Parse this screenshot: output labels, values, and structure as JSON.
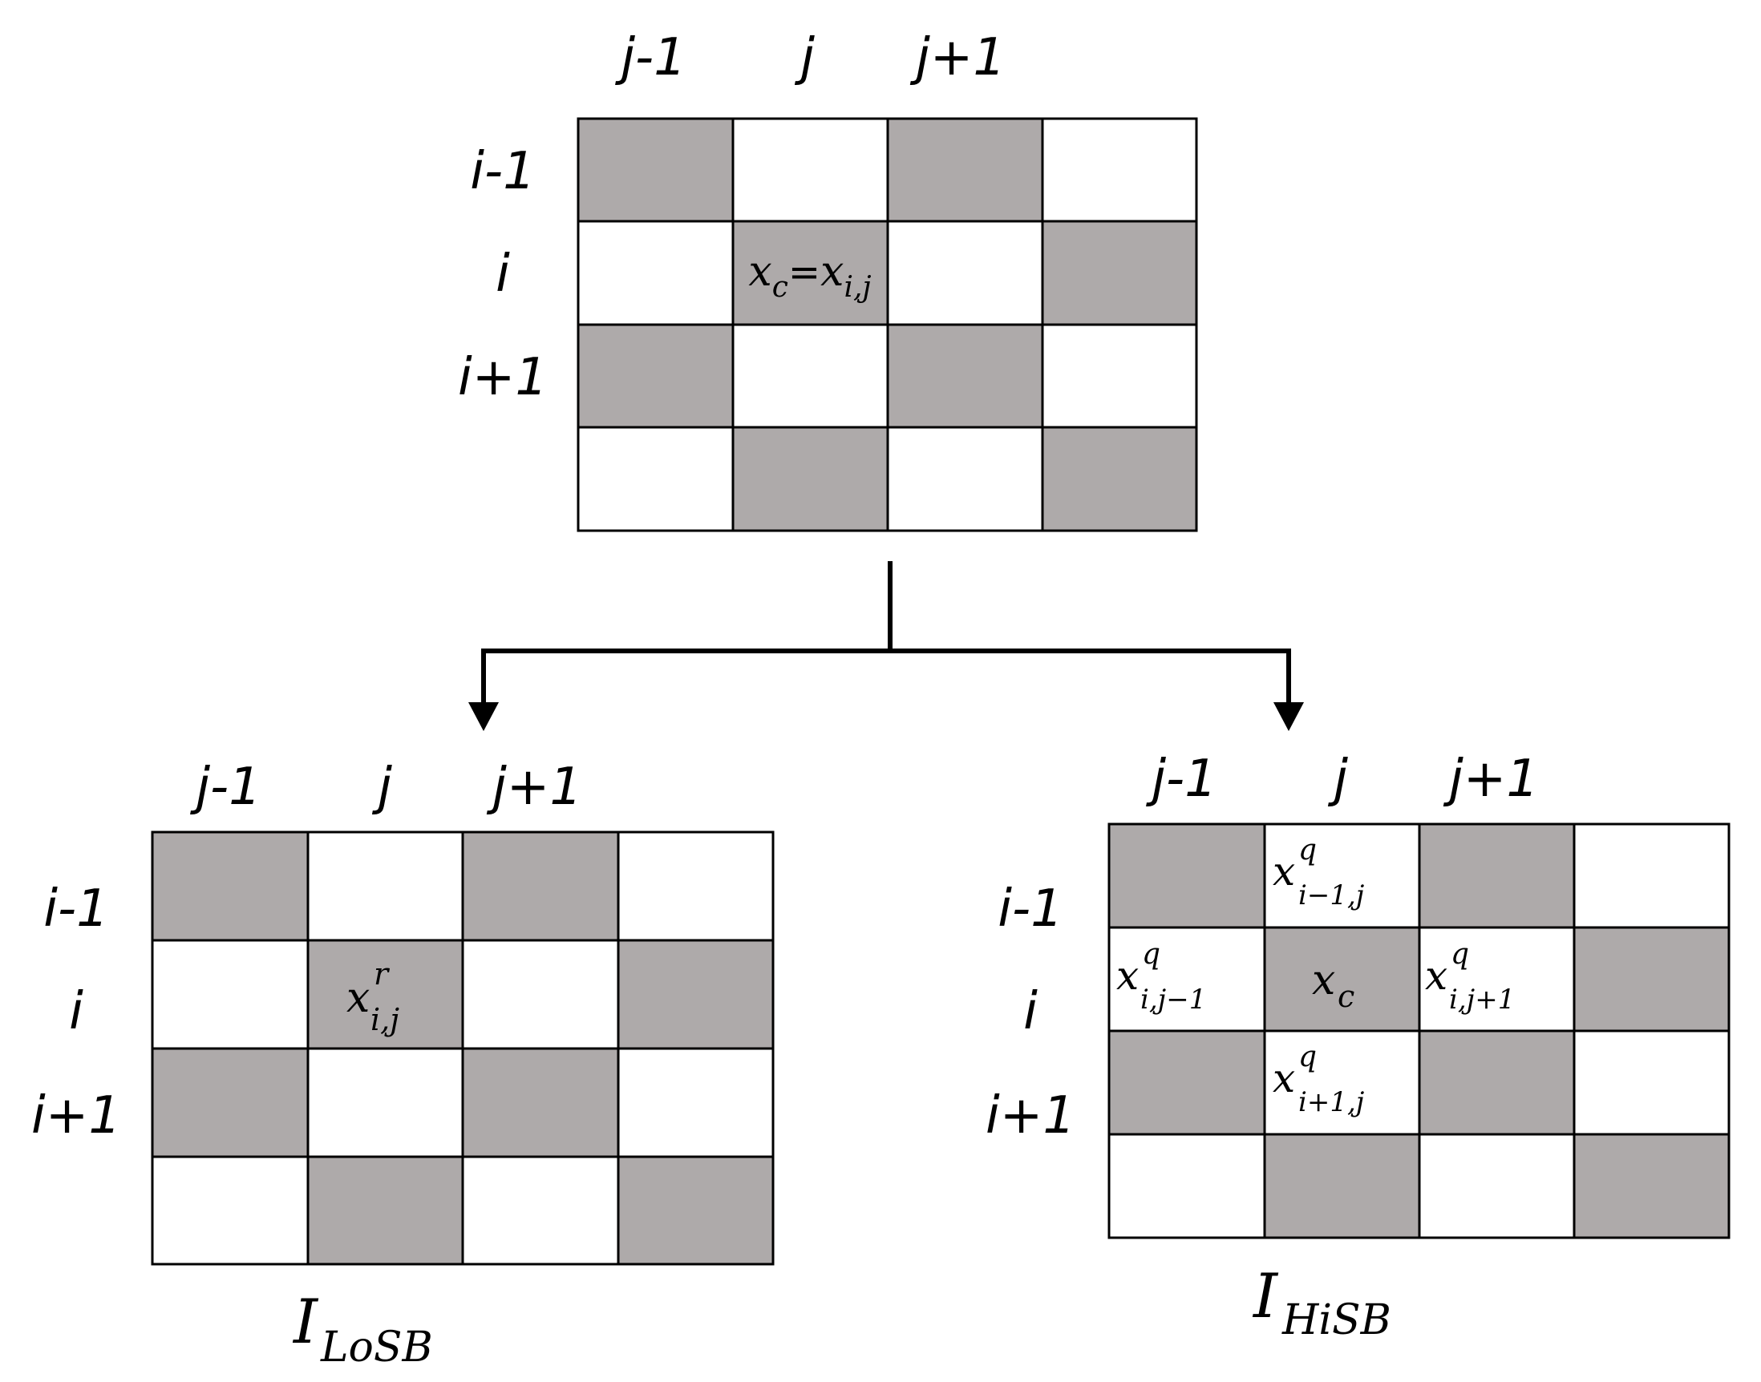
{
  "colors": {
    "dark": "#aeaaaa",
    "light": "#ffffff",
    "line": "#000000"
  },
  "col_labels": [
    "j-1",
    "j",
    "j+1"
  ],
  "row_labels": [
    "i-1",
    "i",
    "i+1"
  ],
  "pattern": [
    [
      1,
      0,
      1,
      0
    ],
    [
      0,
      1,
      0,
      1
    ],
    [
      1,
      0,
      1,
      0
    ],
    [
      0,
      1,
      0,
      1
    ]
  ],
  "top_grid": {
    "center_cell": {
      "left_var": "x",
      "left_sub": "c",
      "equals": "=",
      "right_var": "x",
      "right_sub": "i,j"
    }
  },
  "losb_grid": {
    "caption_main": "I",
    "caption_sub": "LoSB",
    "center_cell": {
      "var": "x",
      "sup": "r",
      "sub": "i,j"
    }
  },
  "hisb_grid": {
    "caption_main": "I",
    "caption_sub": "HiSB",
    "center_cell": {
      "var": "x",
      "sub": "c"
    },
    "neighbor_top": {
      "var": "x",
      "sup": "q",
      "sub": "i−1,j"
    },
    "neighbor_left": {
      "var": "x",
      "sup": "q",
      "sub": "i,j−1"
    },
    "neighbor_right": {
      "var": "x",
      "sup": "q",
      "sub": "i,j+1"
    },
    "neighbor_bottom": {
      "var": "x",
      "sup": "q",
      "sub": "i+1,j"
    }
  }
}
